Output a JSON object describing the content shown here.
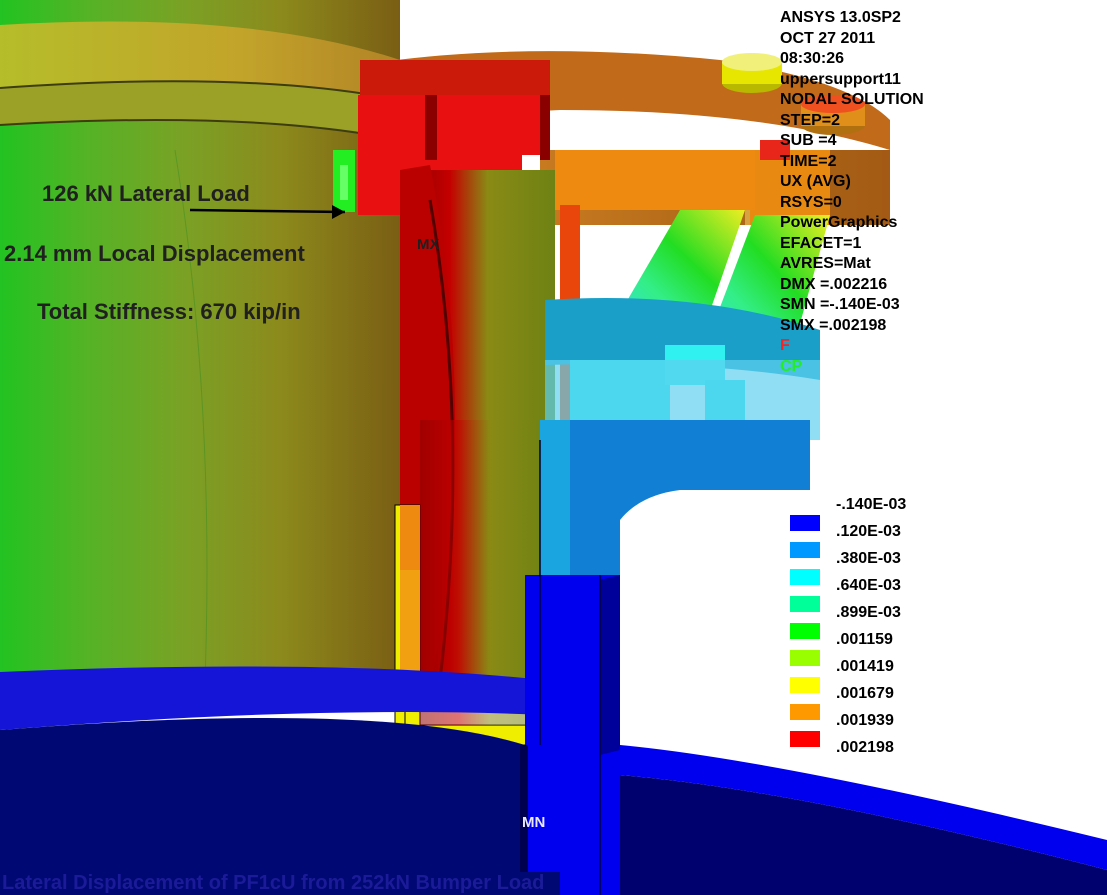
{
  "annotations": {
    "lateral_load": "126 kN Lateral Load",
    "local_displacement": "2.14 mm Local Displacement",
    "total_stiffness": "Total Stiffness: 670 kip/in",
    "max_marker": "MX",
    "min_marker": "MN",
    "footer": "Lateral Displacement of PF1cU from 252kN Bumper Load"
  },
  "info_panel": {
    "lines": [
      "ANSYS 13.0SP2",
      "OCT 27 2011",
      "08:30:26",
      "uppersupport11",
      "NODAL SOLUTION",
      "STEP=2",
      "SUB =4",
      "TIME=2",
      "UX      (AVG)",
      "RSYS=0",
      "PowerGraphics",
      "EFACET=1",
      "AVRES=Mat",
      "DMX =.002216",
      "SMN =-.140E-03",
      "SMX =.002198"
    ],
    "force_symbol": "F",
    "force_color": "#ff2020",
    "cp_symbol": "CP",
    "cp_color": "#22ee22"
  },
  "legend": {
    "min_label": "-.140E-03",
    "entries": [
      {
        "label": ".120E-03",
        "color": "#0000ff"
      },
      {
        "label": ".380E-03",
        "color": "#0099ff"
      },
      {
        "label": ".640E-03",
        "color": "#00ffff"
      },
      {
        "label": ".899E-03",
        "color": "#00ff99"
      },
      {
        "label": ".001159",
        "color": "#00ff00"
      },
      {
        "label": ".001419",
        "color": "#99ff00"
      },
      {
        "label": ".001679",
        "color": "#ffff00"
      },
      {
        "label": ".001939",
        "color": "#ff9900"
      },
      {
        "label": ".002198",
        "color": "#ff0000"
      }
    ]
  }
}
